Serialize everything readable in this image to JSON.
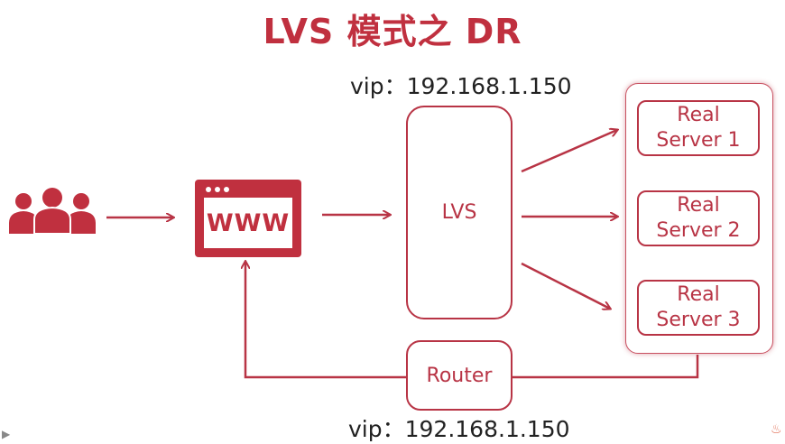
{
  "title": "LVS 模式之 DR",
  "vip_top": "vip：192.168.1.150",
  "vip_bottom": "vip：192.168.1.150",
  "www_label": "WWW",
  "lvs_label": "LVS",
  "router_label": "Router",
  "servers": [
    {
      "line1": "Real",
      "line2": "Server 1"
    },
    {
      "line1": "Real",
      "line2": "Server 2"
    },
    {
      "line1": "Real",
      "line2": "Server 3"
    }
  ],
  "colors": {
    "accent": "#c0303f",
    "border": "#b83445",
    "text": "#222222"
  },
  "icons": {
    "users": "users-group-icon",
    "browser": "browser-window-icon",
    "corner_left": "play-triangle-icon",
    "corner_right": "flame-icon"
  }
}
